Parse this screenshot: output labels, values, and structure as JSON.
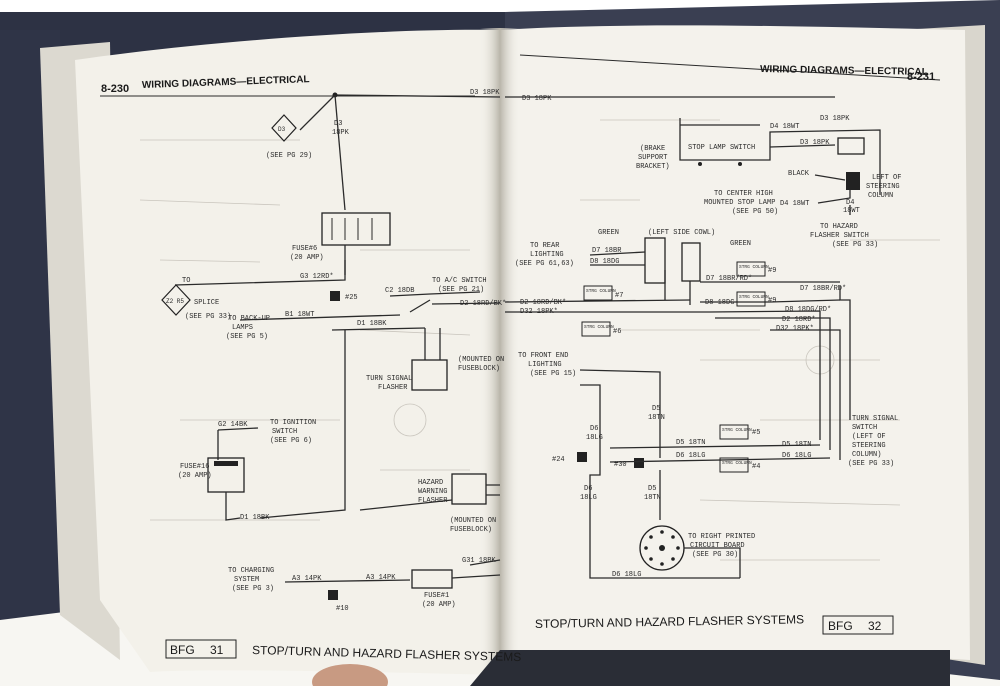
{
  "left_page": {
    "page_number": "8-230",
    "section_title": "WIRING DIAGRAMS—ELECTRICAL",
    "footer_code": "BFG",
    "footer_page": "31",
    "footer_title": "STOP/TURN AND HAZARD FLASHER SYSTEMS"
  },
  "right_page": {
    "page_number": "8-231",
    "section_title": "WIRING DIAGRAMS—ELECTRICAL",
    "footer_code": "BFG",
    "footer_page": "32",
    "footer_title": "STOP/TURN AND HAZARD FLASHER SYSTEMS"
  },
  "labels": {
    "d3_18pk_top_left": "D3 18PK",
    "d3_18pk_top_right": "D3 18PK",
    "d3_branch_code": "D3",
    "d3_branch_gauge": "18PK",
    "d3_connector": "D3",
    "see_pg_29": "(SEE PG 29)",
    "fuse6": "FUSE#6",
    "fuse6_amp": "(20 AMP)",
    "g3_12rd": "G3 12RD*",
    "to_splice_to": "TO",
    "splice_box": "Z2 R5",
    "splice_word": "SPLICE",
    "see_pg_33_a": "(SEE PG 33)",
    "to_back_up_1": "TO BACK-UP",
    "to_back_up_2": "LAMPS",
    "see_pg_5": "(SEE PG 5)",
    "b1_18wt": "B1 18WT",
    "d1_18bk": "D1 18BK",
    "c2_18db": "C2 18DB",
    "num_25": "#25",
    "to_ac_switch": "TO A/C SWITCH",
    "see_pg_21": "(SEE PG 21)",
    "d2_18rd_bk_left": "D2 18RD/BK*",
    "flasher1": "TURN SIGNAL",
    "flasher2": "FLASHER",
    "mounted1": "(MOUNTED ON",
    "mounted2": "FUSEBLOCK)",
    "g2_14bk": "G2 14BK",
    "to_ignition_1": "TO IGNITION",
    "to_ignition_2": "SWITCH",
    "see_pg_6": "(SEE PG 6)",
    "fuse16": "FUSE#16",
    "fuse16_amp": "(20 AMP)",
    "hazard1": "HAZARD",
    "hazard2": "WARNING",
    "hazard3": "FLASHER",
    "mounted3": "(MOUNTED ON",
    "mounted4": "FUSEBLOCK)",
    "d1_18bk_bottom": "D1 18BK",
    "to_charging_1": "TO CHARGING",
    "to_charging_2": "SYSTEM",
    "see_pg_3": "(SEE PG 3)",
    "a3_14pk_a": "A3 14PK",
    "a3_14pk_b": "A3 14PK",
    "fuse1": "FUSE#1",
    "fuse1_amp": "(20 AMP)",
    "num_10": "#10",
    "g31_18bk": "G31 18BK",
    "brake1": "(BRAKE",
    "brake2": "SUPPORT",
    "brake3": "BRACKET)",
    "stop_lamp_switch": "STOP LAMP SWITCH",
    "d4_18wt_top": "D4 18WT",
    "d3_18pk_r2": "D3 18PK",
    "d3_18pk_r3": "D3 18PK",
    "black": "BLACK",
    "left_of_steering_1": "LEFT OF",
    "left_of_steering_2": "STEERING",
    "left_of_steering_3": "COLUMN",
    "to_center_high_1": "TO CENTER HIGH",
    "to_center_high_2": "MOUNTED STOP LAMP",
    "see_pg_50": "(SEE PG 50)",
    "d4_18wt_mid": "D4 18WT",
    "d4_code": "D4",
    "d4_gauge": "18WT",
    "to_hazard_1": "TO HAZARD",
    "to_hazard_2": "FLASHER SWITCH",
    "see_pg_33_b": "(SEE PG 33)",
    "green_left": "GREEN",
    "left_side_cowl": "(LEFT SIDE COWL)",
    "green_right": "GREEN",
    "to_rear_1": "TO REAR",
    "to_rear_2": "LIGHTING",
    "see_pg_61_63": "(SEE PG 61,63)",
    "d7_18br": "D7 18BR",
    "d8_18dg": "D8 18DG",
    "d7_18br_rd": "D7 18BR/RD*",
    "strg_col_1": "STRG COLUMN",
    "num_9a": "#9",
    "strg_col_2": "STRG COLUMN",
    "num_7": "#7",
    "d7_18br_rd_b": "D7 18BR/RD*",
    "d8_18dg_b": "D8 18DG",
    "strg_col_3": "STRG COLUMN",
    "num_9b": "#9",
    "d8_18dg_rd": "D8 18DG/RD*",
    "d2_18rd_bk_r": "D2 18RD/BK*",
    "d32_18pk_r": "D32 18PK*",
    "d2_18rd_r2": "D2 18RD*",
    "d32_18pk_r2": "D32 18PK*",
    "strg_col_4": "STRG COLUMN",
    "num_6": "#6",
    "to_front_1": "TO FRONT END",
    "to_front_2": "LIGHTING",
    "see_pg_15": "(SEE PG 15)",
    "d5_code": "D5",
    "d5_gauge": "18TN",
    "d6_code": "D6",
    "d6_gauge": "18LG",
    "num_24": "#24",
    "num_30": "#30",
    "d6_18lg_v": "D6",
    "d6_18lg_v2": "18LG",
    "d5_18tn_v": "D5",
    "d5_18tn_v2": "18TN",
    "d5_18tn_h": "D5 18TN",
    "d6_18lg_h": "D6 18LG",
    "strg_col_5": "STRG COLUMN",
    "num_5": "#5",
    "strg_col_6": "STRG COLUMN",
    "num_4": "#4",
    "d5_18tn_h2": "D5 18TN",
    "d6_18lg_h2": "D6 18LG",
    "turn_sig_1": "TURN SIGNAL",
    "turn_sig_2": "SWITCH",
    "turn_sig_3": "(LEFT OF",
    "turn_sig_4": "STEERING",
    "turn_sig_5": "COLUMN)",
    "see_pg_33_c": "(SEE PG 33)",
    "to_right_1": "TO RIGHT PRINTED",
    "to_right_2": "CIRCUIT BOARD",
    "see_pg_30": "(SEE PG 30)",
    "d6_18lg_bottom": "D6 18LG"
  }
}
